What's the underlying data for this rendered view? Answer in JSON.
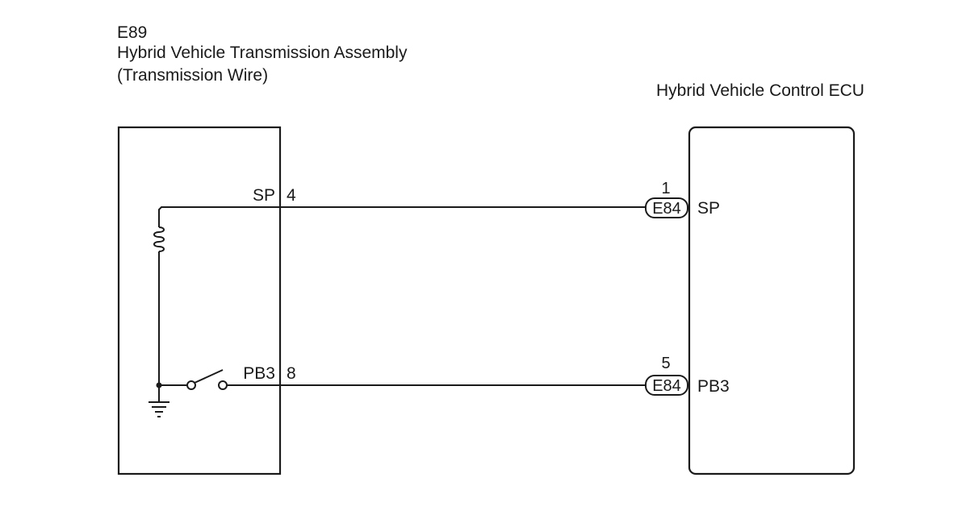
{
  "left_component": {
    "connector_code": "E89",
    "name": "Hybrid Vehicle Transmission Assembly",
    "subname": "(Transmission Wire)"
  },
  "right_component": {
    "name": "Hybrid Vehicle Control ECU"
  },
  "circuits": [
    {
      "left_terminal_name": "SP",
      "left_pin": "4",
      "ecu_pin": "1",
      "ecu_connector": "E84",
      "ecu_terminal_name": "SP"
    },
    {
      "left_terminal_name": "PB3",
      "left_pin": "8",
      "ecu_pin": "5",
      "ecu_connector": "E84",
      "ecu_terminal_name": "PB3"
    }
  ],
  "internal_parts": [
    "coil-icon",
    "switch-icon",
    "ground-icon"
  ]
}
